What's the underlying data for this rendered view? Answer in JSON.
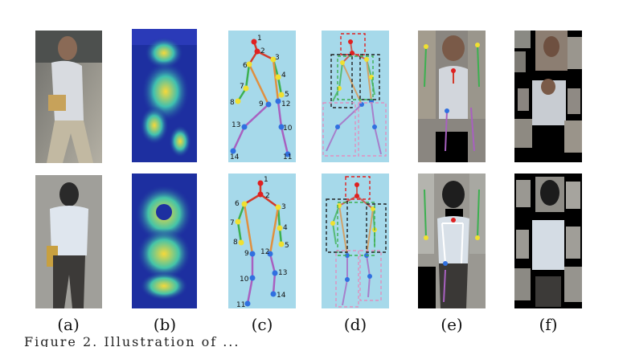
{
  "figure": {
    "panel_labels": [
      "(a)",
      "(b)",
      "(c)",
      "(d)",
      "(e)",
      "(f)"
    ],
    "top_row_keypoint_numbers": [
      "1",
      "2",
      "3",
      "4",
      "5",
      "6",
      "7",
      "8",
      "9",
      "10",
      "11",
      "12",
      "13",
      "14"
    ],
    "bottom_row_keypoint_numbers": [
      "1",
      "2",
      "3",
      "4",
      "5",
      "6",
      "7",
      "8",
      "9",
      "10",
      "11",
      "12",
      "13",
      "14"
    ],
    "caption_fragment": "Figure 2. Illustration of ..."
  }
}
